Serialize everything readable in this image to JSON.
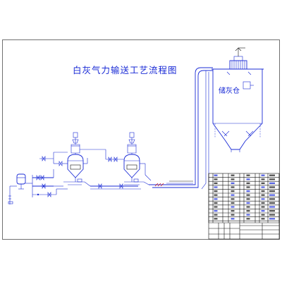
{
  "title": "白灰气力输送工艺流程图",
  "silo_label": "储灰仓",
  "legend_rows": [
    {
      "text": "",
      "ticks": 7
    },
    {
      "text": "",
      "ticks": 7
    },
    {
      "text": "",
      "ticks": 7
    },
    {
      "text": "",
      "ticks": 7
    },
    {
      "text": "",
      "ticks": 7
    }
  ]
}
